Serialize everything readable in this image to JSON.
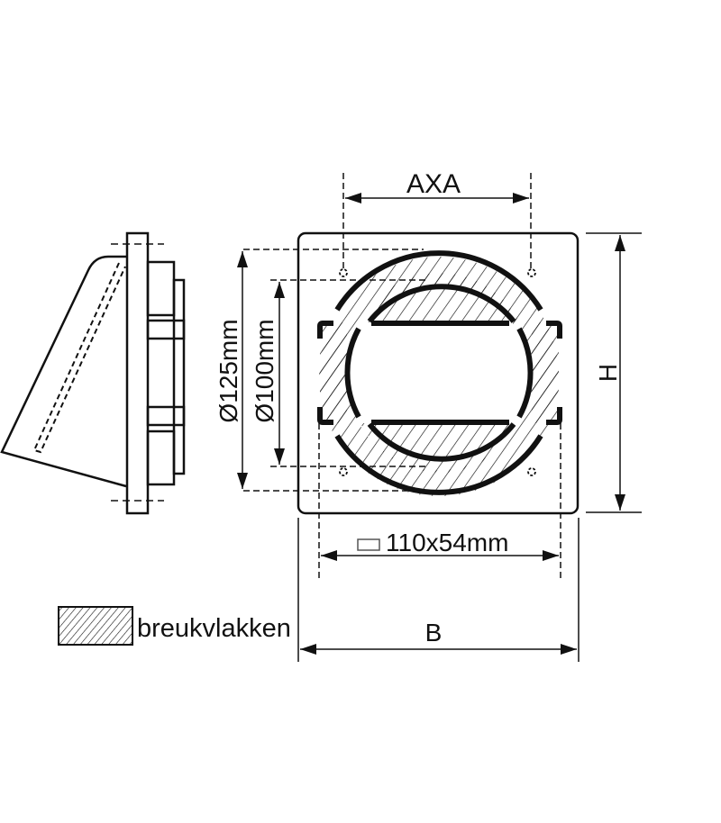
{
  "diagram": {
    "dimensions": {
      "axa": "AXA",
      "d125": "Ø125mm",
      "d100": "Ø100mm",
      "rect_size": "110x54mm",
      "width": "B",
      "height": "H"
    },
    "legend": {
      "label": "breukvlakken"
    },
    "colors": {
      "line": "#111111",
      "background": "#ffffff"
    }
  }
}
